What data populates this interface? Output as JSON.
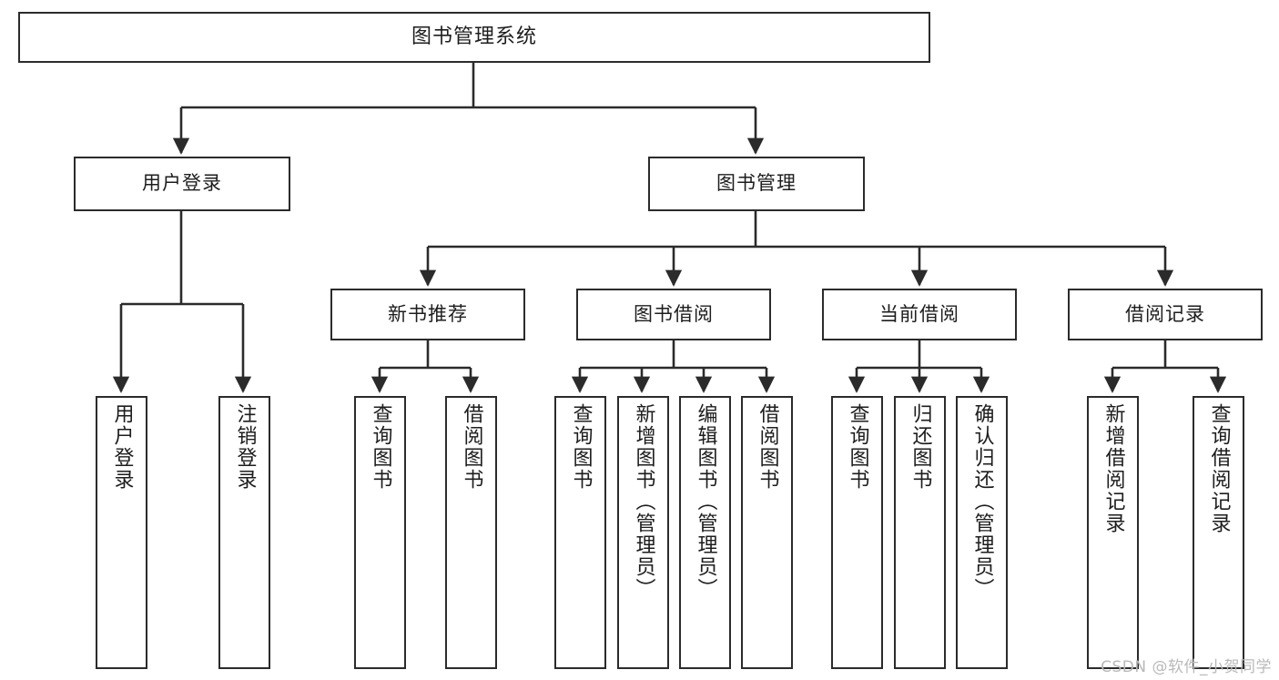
{
  "diagram": {
    "title": "图书管理系统",
    "type": "hierarchy-tree",
    "watermark": "CSDN @软件_小贺同学",
    "colors": {
      "stroke": "#2b2b2b",
      "fill": "#ffffff",
      "text": "#1d1d1d",
      "watermark": "#b9b9b9"
    },
    "levels": {
      "root": {
        "label": "图书管理系统"
      },
      "level1": [
        {
          "label": "用户登录"
        },
        {
          "label": "图书管理"
        }
      ],
      "level2": [
        {
          "label": "新书推荐"
        },
        {
          "label": "图书借阅"
        },
        {
          "label": "当前借阅"
        },
        {
          "label": "借阅记录"
        }
      ],
      "leaves": {
        "user_login": [
          {
            "label": "用户登录"
          },
          {
            "label": "注销登录"
          }
        ],
        "new_book_recommend": [
          {
            "label": "查询图书"
          },
          {
            "label": "借阅图书"
          }
        ],
        "book_borrow": [
          {
            "label": "查询图书"
          },
          {
            "label": "新增图书（管理员）"
          },
          {
            "label": "编辑图书（管理员）"
          },
          {
            "label": "借阅图书"
          }
        ],
        "current_borrow": [
          {
            "label": "查询图书"
          },
          {
            "label": "归还图书"
          },
          {
            "label": "确认归还（管理员）"
          }
        ],
        "borrow_record": [
          {
            "label": "新增借阅记录"
          },
          {
            "label": "查询借阅记录"
          }
        ]
      }
    }
  }
}
